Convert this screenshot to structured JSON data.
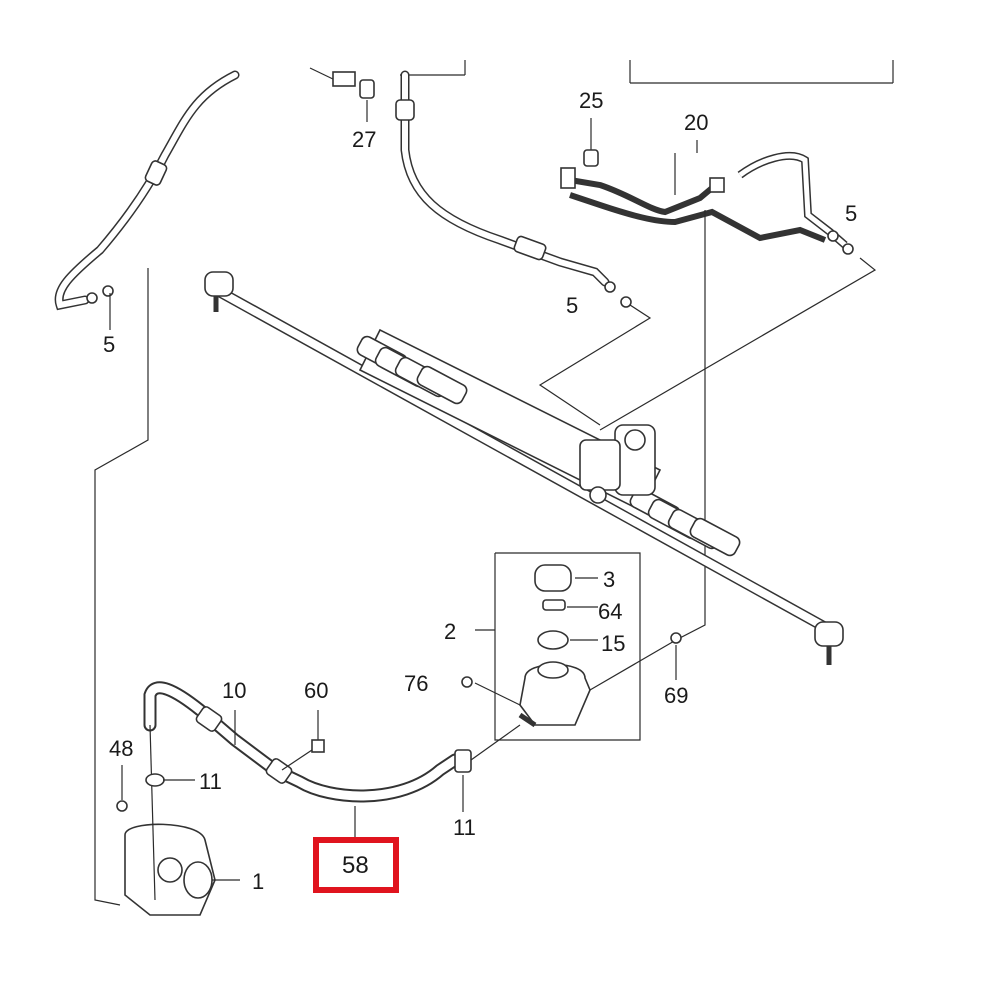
{
  "diagram": {
    "title": "Power steering system exploded parts diagram",
    "highlight_color": "#e0141e",
    "callouts": {
      "c1": "1",
      "c2": "2",
      "c3": "3",
      "c5a": "5",
      "c5b": "5",
      "c5c": "5",
      "c10": "10",
      "c11a": "11",
      "c11b": "11",
      "c15": "15",
      "c20": "20",
      "c25": "25",
      "c27": "27",
      "c48": "48",
      "c58": "58",
      "c60": "60",
      "c64": "64",
      "c69": "69",
      "c76": "76"
    },
    "highlighted_part": "58"
  }
}
